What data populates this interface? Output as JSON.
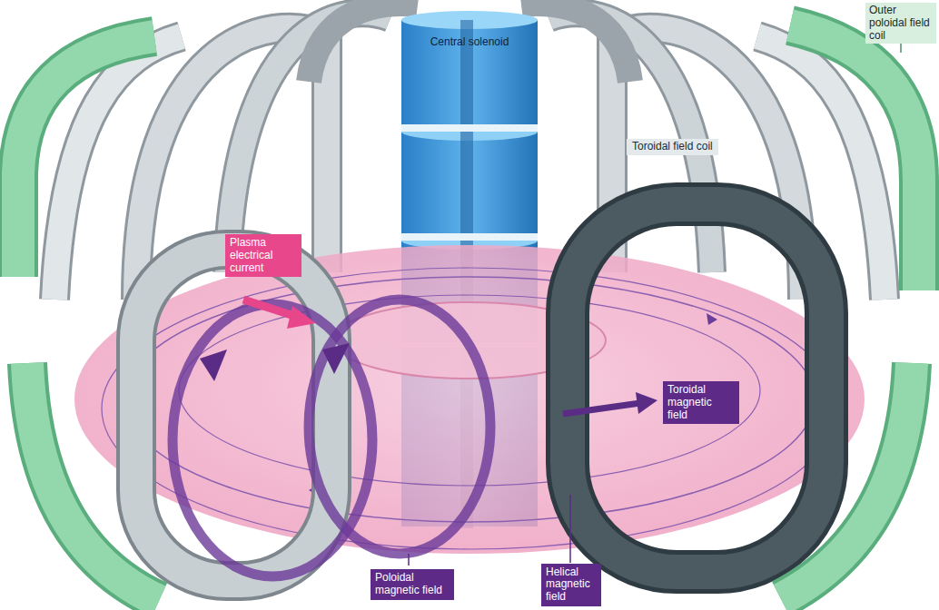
{
  "diagram": {
    "labels": [
      "Central solenoid",
      "Outer poloidal field coil",
      "Toroidal field coil",
      "Plasma electrical current",
      "Toroidal magnetic field",
      "Poloidal magnetic field",
      "Helical magnetic field"
    ]
  }
}
